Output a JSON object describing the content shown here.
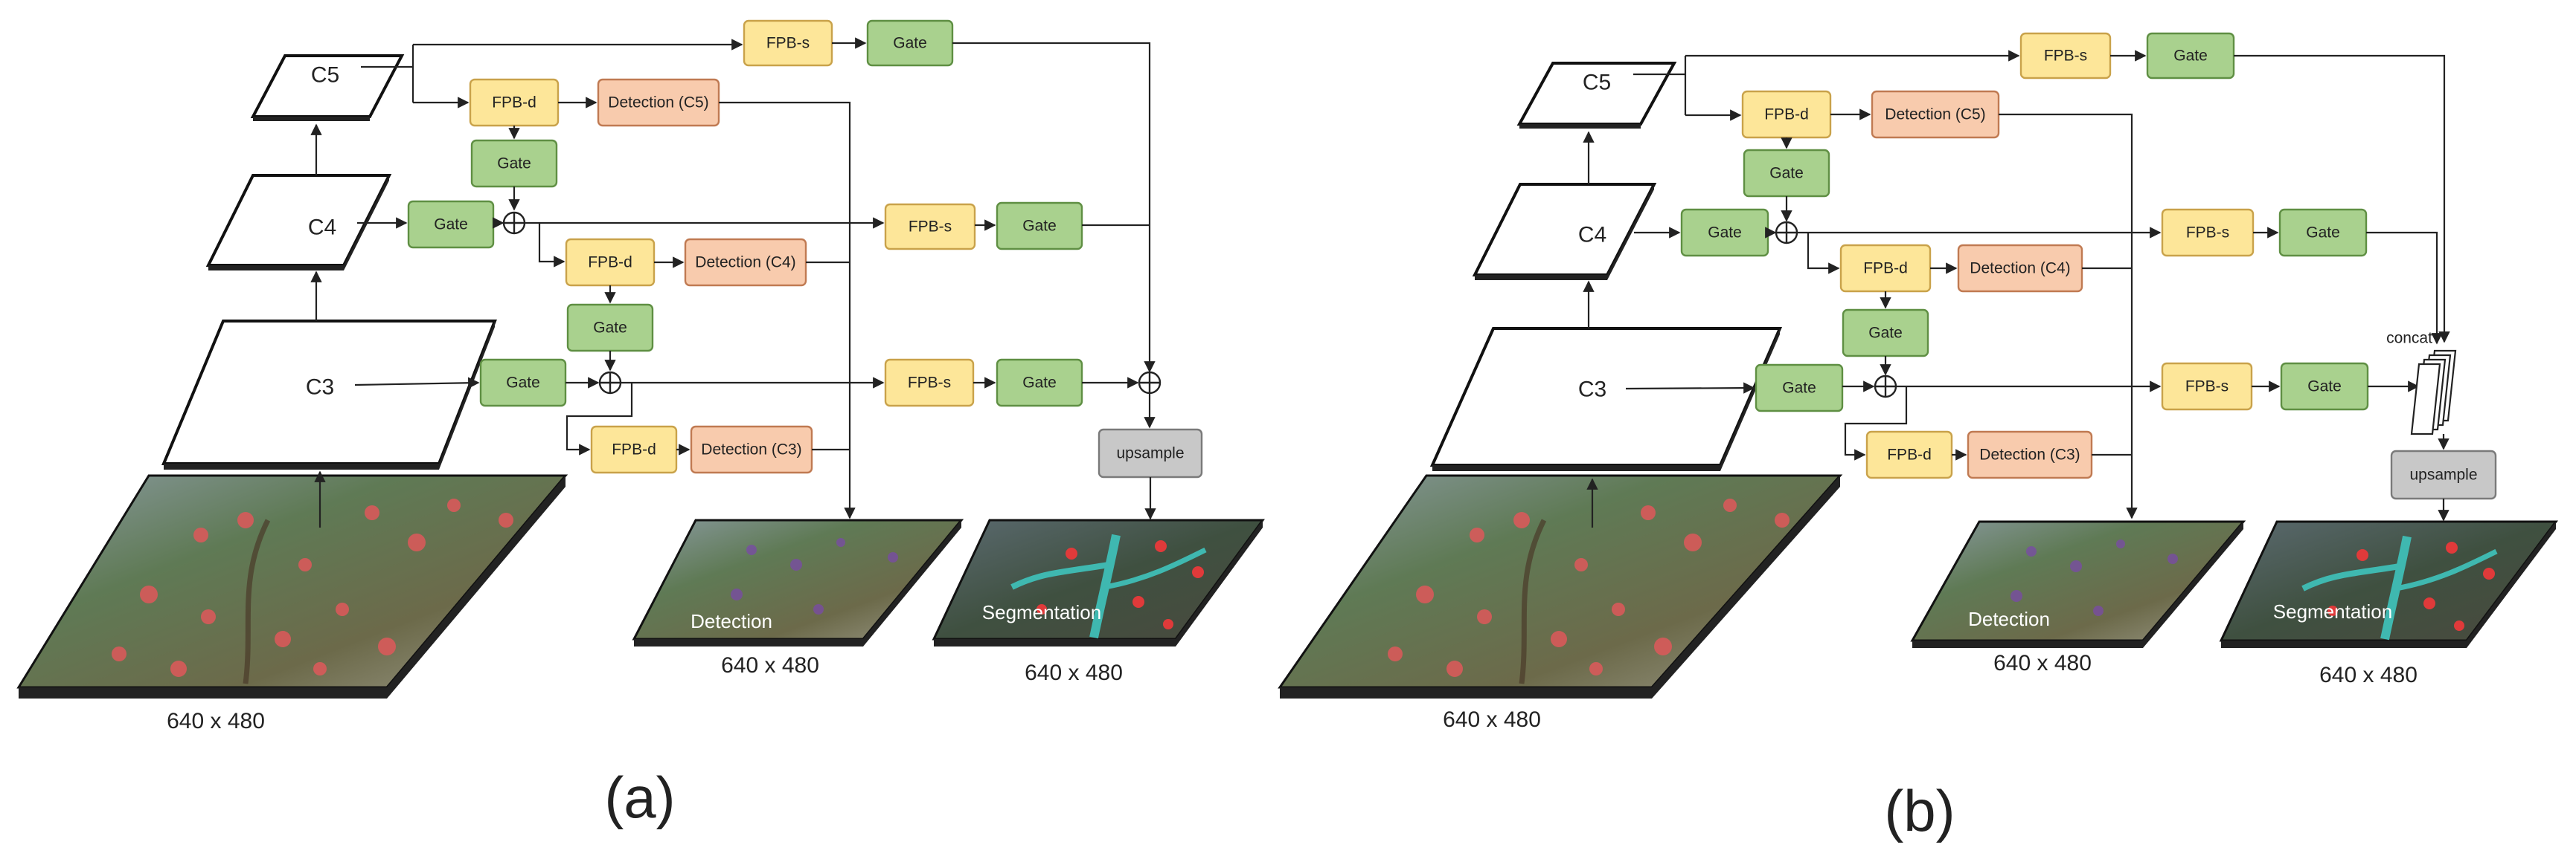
{
  "panels": [
    {
      "label": "(a)",
      "levels": [
        "C5",
        "C4",
        "C3"
      ],
      "fpb_s": "FPB-s",
      "fpb_d": "FPB-d",
      "gate": "Gate",
      "detection": [
        "Detection (C5)",
        "Detection (C4)",
        "Detection (C3)"
      ],
      "upsample": "upsample",
      "input_size": "640 x 480",
      "det_output_label": "Detection",
      "det_output_size": "640 x 480",
      "seg_output_label": "Segmentation",
      "seg_output_size": "640 x 480"
    },
    {
      "label": "(b)",
      "levels": [
        "C5",
        "C4",
        "C3"
      ],
      "fpb_s": "FPB-s",
      "fpb_d": "FPB-d",
      "gate": "Gate",
      "detection": [
        "Detection (C5)",
        "Detection (C4)",
        "Detection (C3)"
      ],
      "upsample": "upsample",
      "concat": "concat",
      "input_size": "640 x 480",
      "det_output_label": "Detection",
      "det_output_size": "640 x 480",
      "seg_output_label": "Segmentation",
      "seg_output_size": "640 x 480"
    }
  ],
  "colors": {
    "fpb": "#fde699",
    "gate": "#a9d18e",
    "detection": "#f8cbad",
    "upsample": "#c8c8c8"
  }
}
